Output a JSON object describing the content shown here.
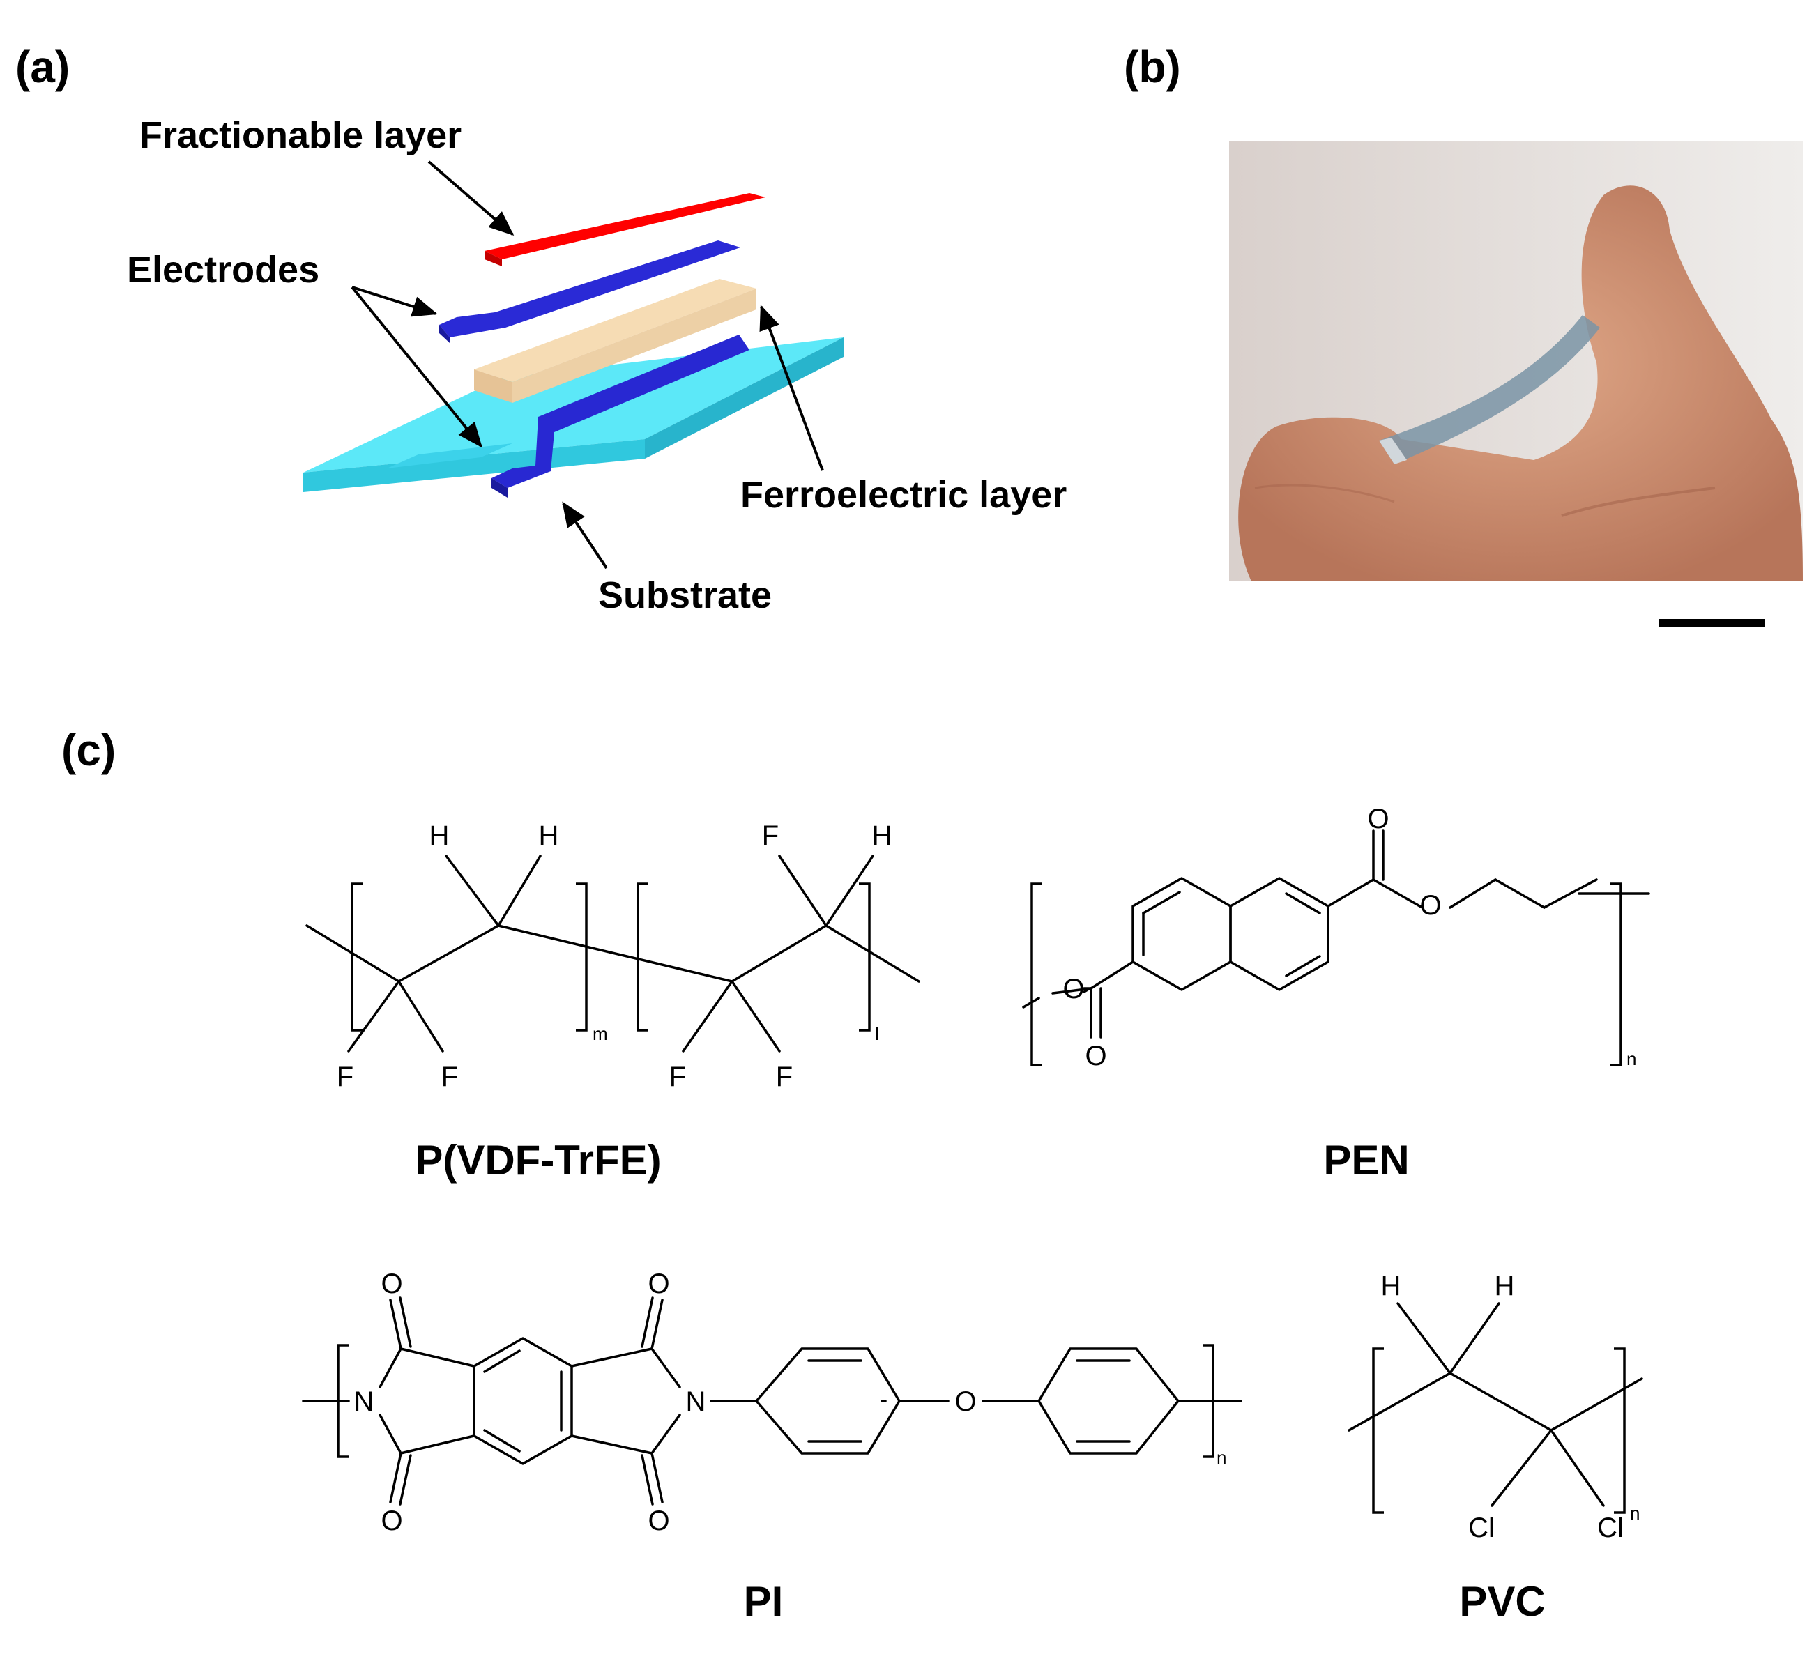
{
  "panels": {
    "a": {
      "label": "(a)",
      "callouts": {
        "fractionable": "Fractionable layer",
        "electrodes": "Electrodes",
        "ferroelectric": "Ferroelectric layer",
        "substrate": "Substrate"
      },
      "colors": {
        "fractionable": "#ff0000",
        "electrode": "#2a2ad6",
        "ferroelectric": "#f6dcb4",
        "substrate": "#5ce8f8"
      }
    },
    "b": {
      "label": "(b)"
    },
    "c": {
      "label": "(c)",
      "structures": {
        "pvdf": {
          "name": "P(VDF-TrFE)",
          "atoms": {
            "h1": "H",
            "h2": "H",
            "f1": "F",
            "f2": "F",
            "f3": "F",
            "h3": "H",
            "f4": "F",
            "f5": "F"
          },
          "subscripts": {
            "m": "m",
            "l": "l"
          }
        },
        "pen": {
          "name": "PEN",
          "atoms": {
            "o_carbonyl_top": "O",
            "o_ester_top": "O",
            "o_ester_left": "O",
            "o_carbonyl_bottom": "O"
          },
          "subscripts": {
            "n": "n"
          }
        },
        "pi": {
          "name": "PI",
          "atoms": {
            "o1": "O",
            "o2": "O",
            "o3": "O",
            "o4": "O",
            "n1": "N",
            "n2": "N",
            "o_ether": "O"
          },
          "subscripts": {
            "n": "n"
          }
        },
        "pvc": {
          "name": "PVC",
          "atoms": {
            "h1": "H",
            "h2": "H",
            "cl1": "Cl",
            "cl2": "Cl"
          },
          "subscripts": {
            "n": "n"
          }
        }
      }
    }
  }
}
